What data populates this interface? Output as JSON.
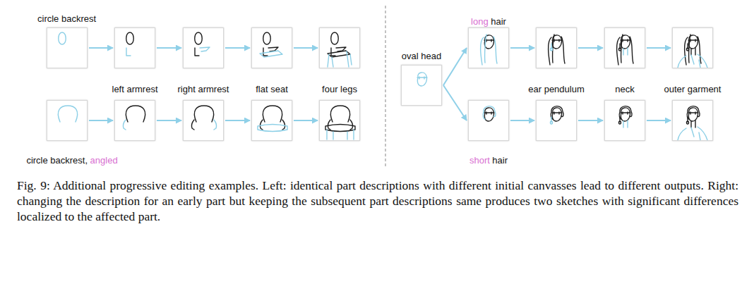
{
  "diagram": {
    "caption": "Fig. 9: Additional progressive editing examples. Left: identical part descriptions with different initial canvasses lead to different outputs. Right: changing the description for an early part but keeping the subsequent part descriptions same produces two sketches with significant differences localized to the affected part.",
    "nodes": [
      {
        "text": [
          "circle backrest"
        ]
      },
      {
        "text": [
          "left armrest"
        ]
      },
      {
        "text": [
          "right armrest"
        ]
      },
      {
        "text": [
          "flat seat"
        ]
      },
      {
        "text": [
          "four legs"
        ]
      },
      {
        "text": [
          "circle backrest,",
          "angled"
        ]
      },
      {
        "text": []
      },
      {
        "text": []
      },
      {
        "text": []
      },
      {
        "text": []
      },
      {
        "text": [
          "oval head"
        ]
      },
      {
        "text": [
          "long",
          "hair"
        ]
      },
      {
        "text": [
          "ear pendulum"
        ]
      },
      {
        "text": [
          "neck"
        ]
      },
      {
        "text": [
          "outer garment"
        ]
      },
      {
        "text": [
          "short",
          "hair"
        ]
      },
      {
        "text": []
      },
      {
        "text": []
      },
      {
        "text": []
      }
    ],
    "edges": [
      {
        "from": 0,
        "to": 1,
        "arrow": "to"
      },
      {
        "from": 1,
        "to": 2,
        "arrow": "to"
      },
      {
        "from": 2,
        "to": 3,
        "arrow": "to"
      },
      {
        "from": 3,
        "to": 4,
        "arrow": "to"
      },
      {
        "from": 5,
        "to": 6,
        "arrow": "to"
      },
      {
        "from": 6,
        "to": 7,
        "arrow": "to"
      },
      {
        "from": 7,
        "to": 8,
        "arrow": "to"
      },
      {
        "from": 8,
        "to": 9,
        "arrow": "to"
      },
      {
        "from": 10,
        "to": 11,
        "arrow": "to"
      },
      {
        "from": 10,
        "to": 15,
        "arrow": "to"
      },
      {
        "from": 11,
        "to": 12,
        "arrow": "to"
      },
      {
        "from": 12,
        "to": 13,
        "arrow": "to"
      },
      {
        "from": 13,
        "to": 14,
        "arrow": "to"
      },
      {
        "from": 15,
        "to": 16,
        "arrow": "to"
      },
      {
        "from": 16,
        "to": 17,
        "arrow": "to"
      },
      {
        "from": 17,
        "to": 18,
        "arrow": "to"
      }
    ]
  }
}
